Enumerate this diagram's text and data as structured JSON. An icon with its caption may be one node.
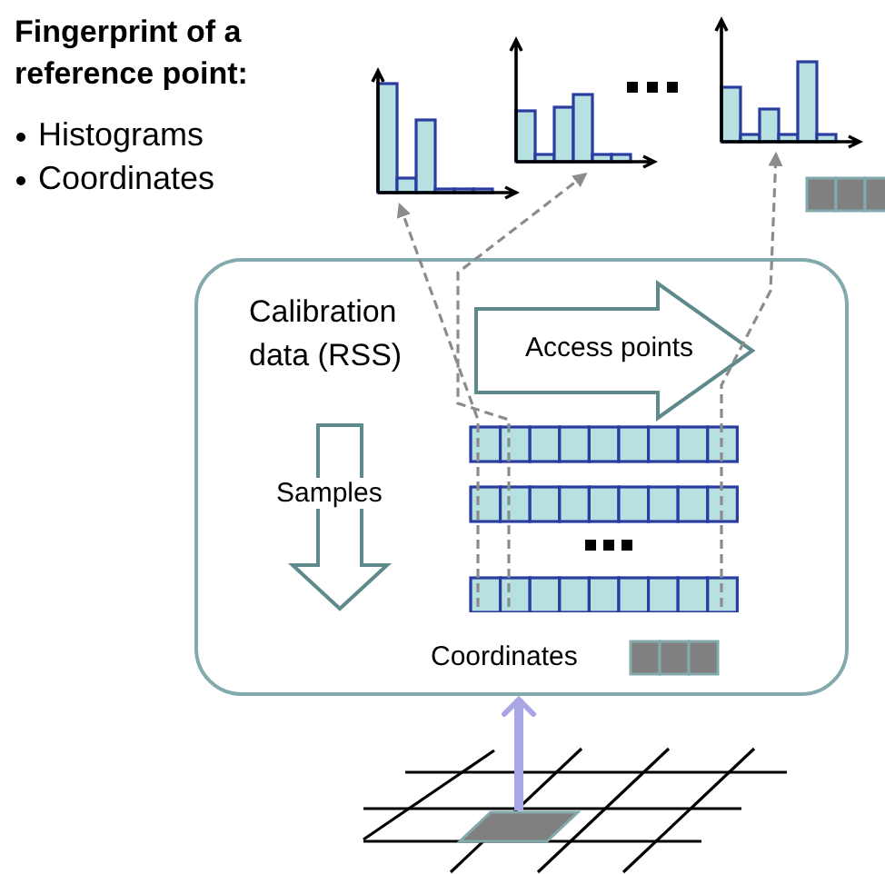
{
  "diagram": {
    "title": "Fingerprint of a reference point:",
    "nodes": [
      {
        "text": [
          "Calibration data (RSS)"
        ]
      },
      {
        "text": [
          "Access points"
        ],
        "in": 0
      },
      {
        "text": [
          "Samples"
        ],
        "in": 0
      },
      {
        "text": [],
        "shape": "box",
        "in": 0
      },
      {
        "text": [],
        "shape": "picture"
      },
      {
        "text": [],
        "shape": "picture"
      },
      {
        "text": [],
        "shape": "picture"
      },
      {
        "text": [],
        "shape": "box"
      }
    ],
    "edges": [
      {
        "from": 3,
        "to": 4,
        "arrow": "to",
        "style": "dashed",
        "color": "#8c8c8c"
      },
      {
        "from": 3,
        "to": 5,
        "arrow": "to",
        "style": "dashed",
        "color": "#8c8c8c"
      },
      {
        "from": 3,
        "to": 6,
        "arrow": "to",
        "style": "dashed",
        "color": "#8c8c8c"
      },
      {
        "from": 7,
        "to": 0,
        "arrow": "to",
        "style": "thick",
        "color": "#a9a6e6"
      }
    ],
    "labels": [
      "Histograms",
      "Coordinates",
      "Coordinates"
    ]
  }
}
